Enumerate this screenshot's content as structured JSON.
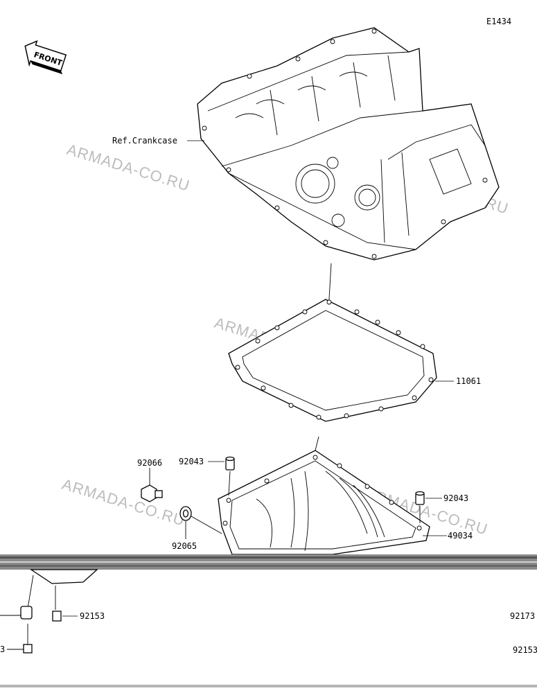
{
  "diagram_id": "E1434",
  "front_label": "FRONT",
  "watermark": "ARMADA-CO.RU",
  "labels": {
    "ref_crankcase": "Ref.Crankcase",
    "gasket": "11061",
    "drain_bolt": "92066",
    "dowel_left": "92043",
    "dowel_right": "92043",
    "washer": "92065",
    "oil_pan": "49034",
    "bolt_lower": "92153",
    "right_1": "92173",
    "right_2": "92153",
    "left_cut": "3"
  }
}
